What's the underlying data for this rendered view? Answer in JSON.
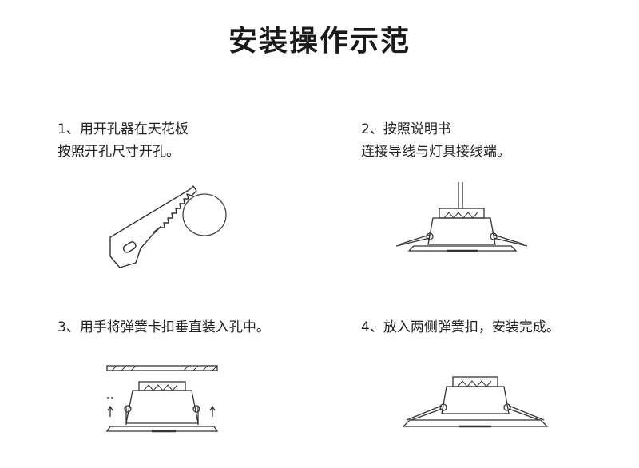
{
  "title": "安装操作示范",
  "steps": [
    {
      "line1": "1、用开孔器在天花板",
      "line2": "按照开孔尺寸开孔。"
    },
    {
      "line1": "2、按照说明书",
      "line2": "连接导线与灯具接线端。"
    },
    {
      "line1": "3、用手将弹簧卡扣垂直装入孔中。",
      "line2": ""
    },
    {
      "line1": "4、放入两侧弹簧扣，安装完成。",
      "line2": ""
    }
  ],
  "colors": {
    "line": "#333333",
    "text": "#222222"
  }
}
